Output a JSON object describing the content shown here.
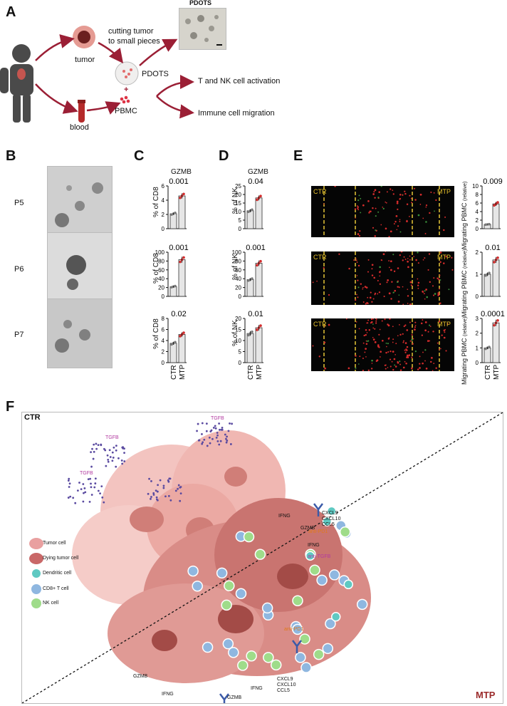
{
  "panels": {
    "A": "A",
    "B": "B",
    "C": "C",
    "D": "D",
    "E": "E",
    "F": "F"
  },
  "panelA": {
    "tumor": "tumor",
    "cutting_line1": "cutting tumor",
    "cutting_line2": "to small pieces",
    "pdots_photo_title": "PDOTS",
    "pdots": "PDOTS",
    "plus": "+",
    "pbmc": "PBMC",
    "blood": "blood",
    "out1": "T and NK cell activation",
    "out2": "Immune cell migration"
  },
  "panelB": {
    "rows": [
      "P5",
      "P6",
      "P7"
    ]
  },
  "panelC": {
    "title": "GZMB",
    "ylabel": "% of CD8"
  },
  "panelD": {
    "title": "GZMB",
    "ylabel": "% of NK"
  },
  "panelE": {
    "ylabel": "Migrating PBMC",
    "ylabel_sub": "(relative)",
    "left": "CTR",
    "right": "MTP"
  },
  "panelF": {
    "ctr": "CTR",
    "mtp": "MTP",
    "labels": {
      "tgfb": "TGFB",
      "ifng": "IFNG",
      "gzmb": "GZMB",
      "antipd1": "anti-PD1",
      "antitgfb": "anti-TGFB",
      "cxcl_1": "CXCL9",
      "cxcl_2": "CXCL10",
      "cxcl_3": "CCL5"
    },
    "legend": [
      "Tumor cell",
      "Dying tumor cell",
      "Dendritic cell",
      "CD8+ T cell",
      "NK cell"
    ]
  },
  "chart_data": [
    {
      "type": "bar",
      "panel": "C",
      "row": "P5",
      "title": "GZMB",
      "ylabel": "% of CD8",
      "categories": [
        "CTR",
        "MTP"
      ],
      "values": [
        2.1,
        4.6
      ],
      "p_value": "0.001",
      "ylim": [
        0,
        6
      ],
      "yticks": [
        0,
        2,
        4,
        6
      ]
    },
    {
      "type": "bar",
      "panel": "C",
      "row": "P6",
      "ylabel": "% of CD8",
      "categories": [
        "CTR",
        "MTP"
      ],
      "values": [
        22,
        83
      ],
      "p_value": "0.001",
      "ylim": [
        0,
        100
      ],
      "yticks": [
        0,
        20,
        40,
        60,
        80,
        100
      ]
    },
    {
      "type": "bar",
      "panel": "C",
      "row": "P7",
      "ylabel": "% of CD8",
      "categories": [
        "CTR",
        "MTP"
      ],
      "values": [
        3.5,
        5.1
      ],
      "p_value": "0.02",
      "ylim": [
        0,
        8
      ],
      "yticks": [
        0,
        2,
        4,
        6,
        8
      ]
    },
    {
      "type": "bar",
      "panel": "D",
      "row": "P5",
      "title": "GZMB",
      "ylabel": "% of NK",
      "categories": [
        "CTR",
        "MTP"
      ],
      "values": [
        10.5,
        18
      ],
      "p_value": "0.04",
      "ylim": [
        0,
        25
      ],
      "yticks": [
        0,
        5,
        10,
        15,
        20,
        25
      ]
    },
    {
      "type": "bar",
      "panel": "D",
      "row": "P6",
      "ylabel": "% of NK",
      "categories": [
        "CTR",
        "MTP"
      ],
      "values": [
        38,
        75
      ],
      "p_value": "0.001",
      "ylim": [
        0,
        100
      ],
      "yticks": [
        0,
        20,
        40,
        60,
        80,
        100
      ]
    },
    {
      "type": "bar",
      "panel": "D",
      "row": "P7",
      "ylabel": "% of NK",
      "categories": [
        "CTR",
        "MTP"
      ],
      "values": [
        13.2,
        15.8
      ],
      "p_value": "0.01",
      "ylim": [
        0,
        20
      ],
      "yticks": [
        0,
        5,
        10,
        15,
        20
      ]
    },
    {
      "type": "bar",
      "panel": "E",
      "row": "P5",
      "ylabel": "Migrating PBMC (relative)",
      "categories": [
        "CTR",
        "MTP"
      ],
      "values": [
        1.0,
        5.8
      ],
      "p_value": "0.009",
      "ylim": [
        0,
        10
      ],
      "yticks": [
        0,
        2,
        4,
        6,
        8,
        10
      ]
    },
    {
      "type": "bar",
      "panel": "E",
      "row": "P6",
      "ylabel": "Migrating PBMC (relative)",
      "categories": [
        "CTR",
        "MTP"
      ],
      "values": [
        1.0,
        1.65
      ],
      "p_value": "0.01",
      "ylim": [
        0,
        2
      ],
      "yticks": [
        0,
        1,
        2
      ]
    },
    {
      "type": "bar",
      "panel": "E",
      "row": "P7",
      "ylabel": "Migrating PBMC (relative)",
      "categories": [
        "CTR",
        "MTP"
      ],
      "values": [
        1.0,
        2.7
      ],
      "p_value": "0.0001",
      "ylim": [
        0,
        3
      ],
      "yticks": [
        0,
        1,
        2,
        3
      ]
    }
  ],
  "colors": {
    "arrow": "#9b1f35",
    "bar": "#e6e6e6",
    "ctr_dot": "#7a7a7a",
    "mtp_dot": "#d12a2a",
    "dash": "#f5d33a",
    "tumor": "#e9a0a0",
    "dying": "#c96868"
  }
}
